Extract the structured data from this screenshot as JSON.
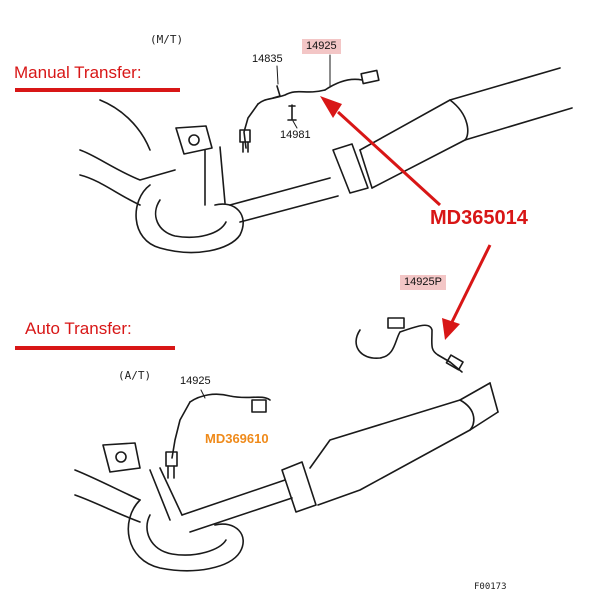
{
  "labels": {
    "mt": "(M/T)",
    "at": "(A/T)",
    "manual_transfer": "Manual Transfer:",
    "auto_transfer": "Auto Transfer:",
    "part_14835": "14835",
    "part_14925_top": "14925",
    "part_14981": "14981",
    "part_14925p": "14925P",
    "part_14925_bottom": "14925",
    "md365014": "MD365014",
    "md369610": "MD369610",
    "figure_code": "F00173"
  },
  "colors": {
    "accent_red": "#d81616",
    "tag_pink": "#f3c6c6",
    "orange": "#ef8a1a",
    "line": "#1a1a1a"
  }
}
